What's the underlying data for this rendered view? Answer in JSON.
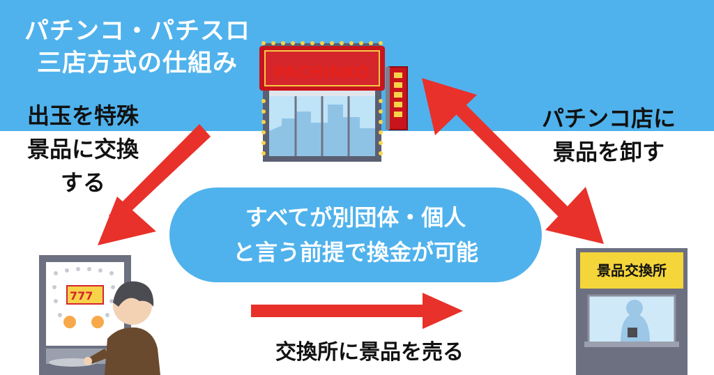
{
  "title": {
    "line1": "パチンコ・パチスロ",
    "line2": "三店方式の仕組み"
  },
  "labels": {
    "left": [
      "出玉を特殊",
      "景品に交換",
      "する"
    ],
    "right": [
      "パチンコ店に",
      "景品を卸す"
    ],
    "bottom": "交換所に景品を売る"
  },
  "center_pill": {
    "line1": "すべてが別団体・個人",
    "line2": "と言う前提で換金が可能"
  },
  "nodes": {
    "pachinko_sign": "PACHINKO",
    "exchange_sign": "景品交換所"
  },
  "colors": {
    "sky": "#4fb2ec",
    "pill": "#4fb2ec",
    "arrow": "#e8312a",
    "sign_red": "#c8141c",
    "booth_yellow": "#f4d53a"
  }
}
